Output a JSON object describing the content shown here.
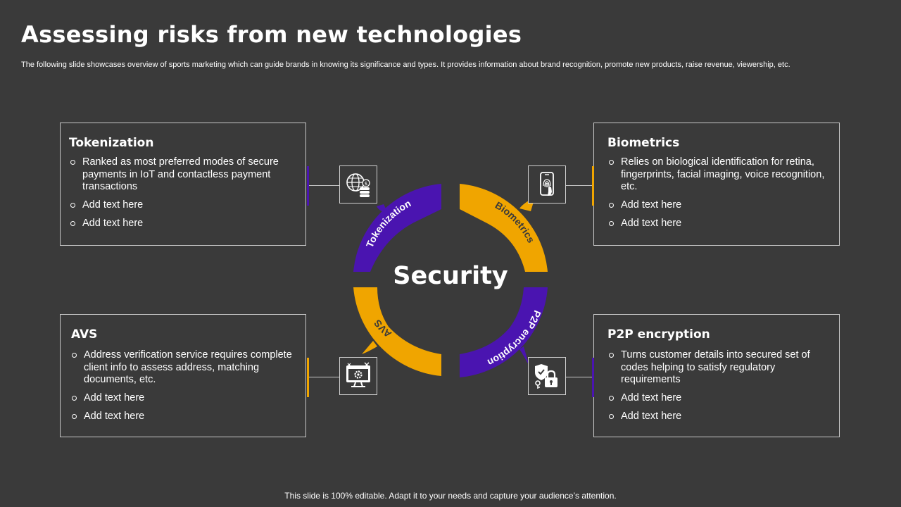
{
  "title": "Assessing risks from new technologies",
  "subtitle": "The following slide showcases overview of sports marketing which can guide brands in knowing its significance and types. It provides information about brand recognition, promote new products, raise revenue, viewership, etc.",
  "center_label": "Security",
  "colors": {
    "purple": "#4a14b0",
    "orange": "#f0a500",
    "background": "#3a3a3a"
  },
  "ring_labels": {
    "tokenization": "Tokenization",
    "biometrics": "Biometrics",
    "avs": "AVS",
    "p2p": "P2P encryption"
  },
  "boxes": {
    "tokenization": {
      "title": "Tokenization",
      "icon": "globe-coins-icon",
      "items": [
        "Ranked as most preferred modes of secure payments in IoT and contactless payment transactions",
        "Add text here",
        "Add text here"
      ]
    },
    "biometrics": {
      "title": "Biometrics",
      "icon": "fingerprint-phone-icon",
      "items": [
        "Relies on biological identification for retina, fingerprints, facial imaging, voice recognition, etc.",
        "Add text here",
        "Add text here"
      ]
    },
    "avs": {
      "title": "AVS",
      "icon": "monitor-gear-icon",
      "items": [
        "Address verification service requires complete client info to assess address, matching documents, etc.",
        "Add text here",
        "Add text here"
      ]
    },
    "p2p": {
      "title": "P2P encryption",
      "icon": "shield-lock-icon",
      "items": [
        "Turns customer details into secured set of codes helping to satisfy regulatory requirements",
        "Add text here",
        "Add text here"
      ]
    }
  },
  "footer": "This slide is 100% editable. Adapt it to your needs and capture your audience’s attention."
}
